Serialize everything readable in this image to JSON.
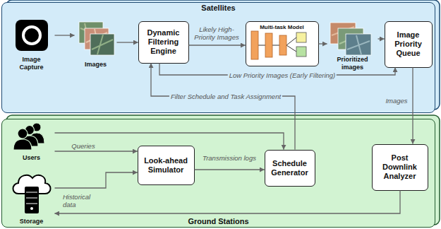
{
  "diagram": {
    "nodes": [
      {
        "text": [
          "Satellites"
        ]
      },
      {
        "text": [
          "Image Capture"
        ],
        "in": 0
      },
      {
        "text": [
          "Images"
        ],
        "in": 0
      },
      {
        "text": [
          "Dynamic Filtering Engine"
        ],
        "in": 0
      },
      {
        "text": [
          "Multi-task Model"
        ],
        "in": 0
      },
      {
        "text": [
          "Prioritized images"
        ],
        "in": 0
      },
      {
        "text": [
          "Image Priority Queue"
        ],
        "in": 0
      },
      {
        "text": [
          "Ground Stations"
        ]
      },
      {
        "text": [
          "Users"
        ],
        "in": 7
      },
      {
        "text": [
          "Storage"
        ],
        "in": 7
      },
      {
        "text": [
          "Look-ahead Simulator"
        ],
        "in": 7
      },
      {
        "text": [
          "Schedule Generator"
        ],
        "in": 7
      },
      {
        "text": [
          "Post Downlink Analyzer"
        ],
        "in": 7
      }
    ],
    "edges": [
      {
        "from": 1,
        "to": 2,
        "arrow": "to"
      },
      {
        "from": 2,
        "to": 3,
        "arrow": "to"
      },
      {
        "from": 3,
        "to": 4,
        "label": "Likely High-Priority Images",
        "arrow": "to"
      },
      {
        "from": 4,
        "to": 5,
        "arrow": "to"
      },
      {
        "from": 5,
        "to": 6,
        "arrow": "to"
      },
      {
        "from": 3,
        "to": 6,
        "label": "Low Priority Images (Early Filtering)",
        "arrow": "to"
      },
      {
        "from": 11,
        "to": 3,
        "label": "Filter Schedule and Task Assignment",
        "arrow": "to"
      },
      {
        "from": 6,
        "to": 12,
        "label": "Images",
        "arrow": "to"
      },
      {
        "from": 8,
        "to": 10,
        "label": "Queries",
        "arrow": "to"
      },
      {
        "from": 8,
        "to": 11,
        "arrow": "to"
      },
      {
        "from": 9,
        "to": 10,
        "label": "Historical data",
        "arrow": "to"
      },
      {
        "from": 12,
        "to": 9,
        "arrow": "to"
      },
      {
        "from": 10,
        "to": 11,
        "label": "Transmission logs",
        "arrow": "to"
      }
    ]
  }
}
